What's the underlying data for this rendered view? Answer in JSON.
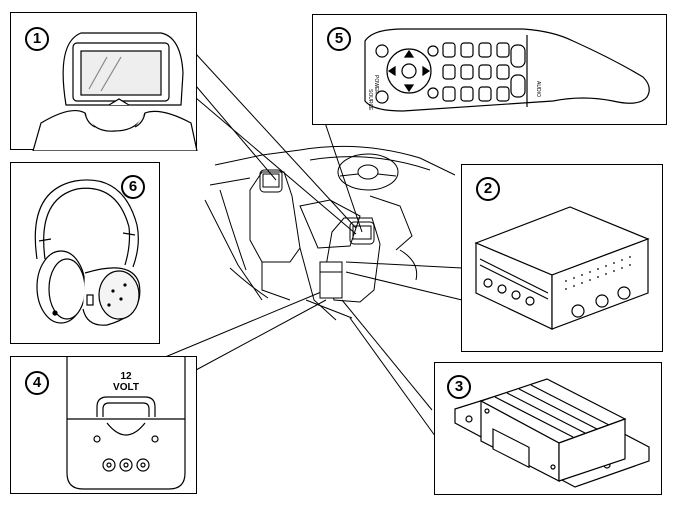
{
  "callouts": {
    "c1": "1",
    "c2": "2",
    "c3": "3",
    "c4": "4",
    "c5": "5",
    "c6": "6"
  },
  "jack_panel": {
    "label_line1": "12",
    "label_line2": "VOLT"
  },
  "remote": {
    "label_power": "POWER",
    "label_source": "SOURCE",
    "label_audio": "AUDIO"
  }
}
